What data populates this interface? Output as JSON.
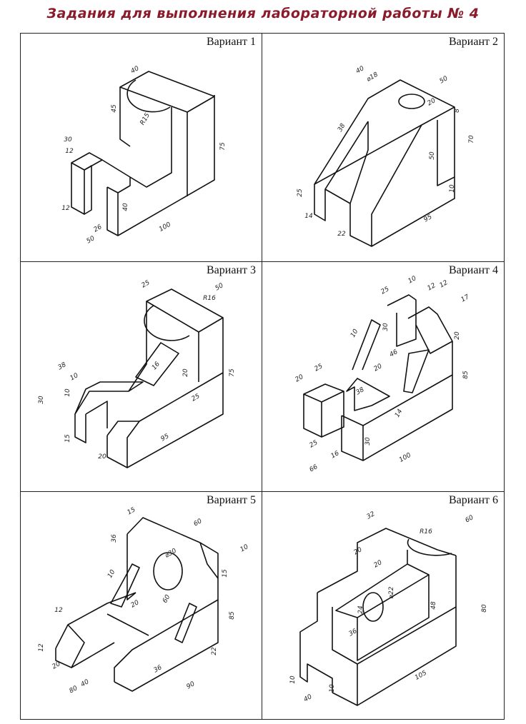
{
  "title": "Задания для выполнения лабораторной работы № 4",
  "colors": {
    "title": "#8b1a2b",
    "lines": "#111111"
  },
  "variants": [
    {
      "label": "Вариант 1",
      "dims": [
        "40",
        "45",
        "R15",
        "30",
        "12",
        "75",
        "40",
        "12",
        "26",
        "50",
        "100"
      ]
    },
    {
      "label": "Вариант 2",
      "dims": [
        "40",
        "⌀18",
        "50",
        "20",
        "8",
        "38",
        "70",
        "50",
        "10",
        "25",
        "14",
        "22",
        "95"
      ]
    },
    {
      "label": "Вариант 3",
      "dims": [
        "25",
        "50",
        "R16",
        "38",
        "10",
        "30",
        "10",
        "16",
        "20",
        "25",
        "75",
        "15",
        "20",
        "95"
      ]
    },
    {
      "label": "Вариант 4",
      "dims": [
        "25",
        "10",
        "12",
        "12",
        "17",
        "10",
        "30",
        "20",
        "46",
        "20",
        "25",
        "20",
        "38",
        "85",
        "14",
        "30",
        "25",
        "16",
        "66",
        "100"
      ]
    },
    {
      "label": "Вариант 5",
      "dims": [
        "15",
        "60",
        "36",
        "⌀30",
        "10",
        "15",
        "10",
        "20",
        "60",
        "85",
        "12",
        "12",
        "22",
        "20",
        "36",
        "40",
        "80",
        "90"
      ]
    },
    {
      "label": "Вариант 6",
      "dims": [
        "32",
        "60",
        "R16",
        "20",
        "20",
        "⌀22",
        "24",
        "48",
        "80",
        "36",
        "10",
        "10",
        "40",
        "105"
      ]
    }
  ]
}
